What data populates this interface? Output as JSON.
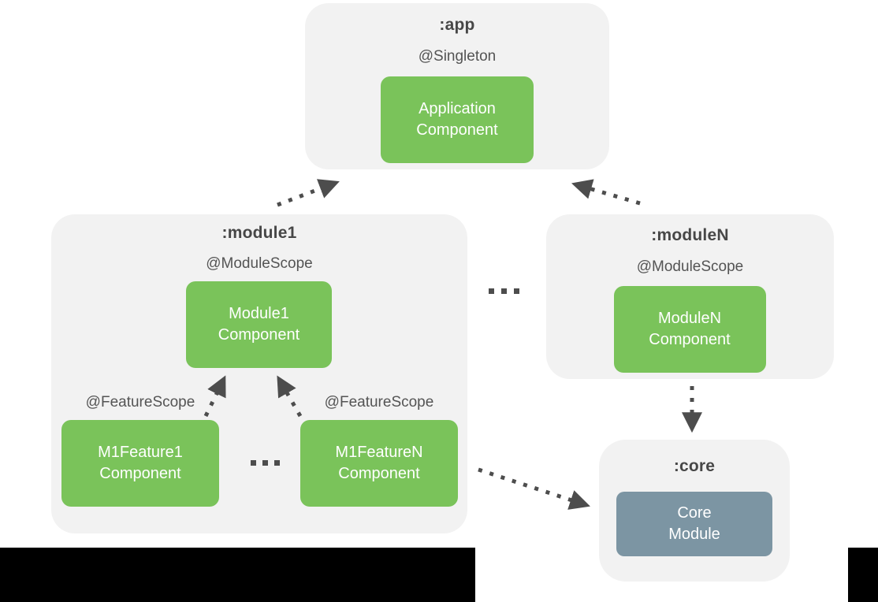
{
  "colors": {
    "page_background": "#ffffff",
    "container_background": "#f2f2f2",
    "component_green": "#7ac35a",
    "core_slate": "#7c95a3",
    "title_text": "#474747",
    "scope_text": "#545454",
    "component_text": "#ffffff",
    "arrow": "#4d4d4d",
    "letterbox": "#000000"
  },
  "diagram": {
    "app": {
      "title": ":app",
      "scope": "@Singleton",
      "component": "Application\nComponent"
    },
    "module1": {
      "title": ":module1",
      "scope": "@ModuleScope",
      "component": "Module1\nComponent",
      "feature1_scope": "@FeatureScope",
      "feature1_component": "M1Feature1\nComponent",
      "featureN_scope": "@FeatureScope",
      "featureN_component": "M1FeatureN\nComponent"
    },
    "moduleN": {
      "title": ":moduleN",
      "scope": "@ModuleScope",
      "component": "ModuleN\nComponent"
    },
    "core": {
      "title": ":core",
      "component": "Core\nModule"
    },
    "edges": [
      {
        "from": "module1",
        "to": "app",
        "style": "dotted-arrow"
      },
      {
        "from": "moduleN",
        "to": "app",
        "style": "dotted-arrow"
      },
      {
        "from": "m1feature1-component",
        "to": "module1-component",
        "style": "dotted-arrow"
      },
      {
        "from": "m1featureN-component",
        "to": "module1-component",
        "style": "dotted-arrow"
      },
      {
        "from": "moduleN",
        "to": "core",
        "style": "dotted-arrow"
      },
      {
        "from": "module1",
        "to": "core",
        "style": "dotted-arrow"
      }
    ],
    "ellipses": [
      {
        "between": [
          "module1",
          "moduleN"
        ]
      },
      {
        "between": [
          "m1feature1-component",
          "m1featureN-component"
        ]
      }
    ]
  }
}
